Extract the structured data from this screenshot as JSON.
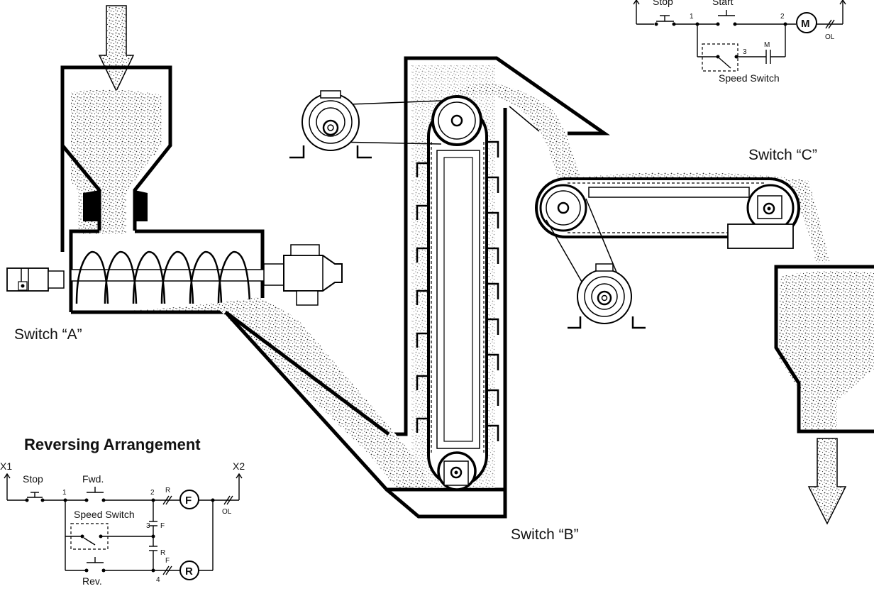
{
  "diagram": {
    "switch_labels": {
      "a": "Switch “A”",
      "b": "Switch “B”",
      "c": "Switch “C”"
    },
    "top_circuit": {
      "stop": "Stop",
      "start": "Start",
      "node_1": "1",
      "node_2": "2",
      "node_3": "3",
      "motor": "M",
      "contact_m": "M",
      "overload": "OL",
      "speed_switch": "Speed Switch"
    },
    "reversing_circuit": {
      "title": "Reversing Arrangement",
      "x1": "X1",
      "x2": "X2",
      "stop": "Stop",
      "fwd": "Fwd.",
      "rev": "Rev.",
      "node_1": "1",
      "node_2": "2",
      "node_3": "3",
      "node_4": "4",
      "contact_r_top": "R",
      "contact_f_mid": "F",
      "contact_r_mid": "R",
      "contact_f_bottom": "F",
      "forward_coil": "F",
      "reverse_coil": "R",
      "overload": "OL",
      "speed_switch": "Speed Switch"
    },
    "colors": {
      "ink": "#000000",
      "material": "#9a9a9a",
      "background": "#ffffff"
    }
  }
}
